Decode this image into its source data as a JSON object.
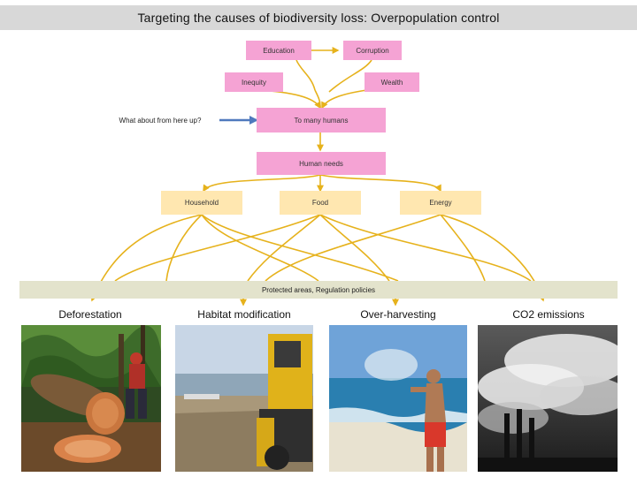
{
  "title": "Targeting the causes of biodiversity loss: Overpopulation control",
  "nodes": {
    "education": "Education",
    "corruption": "Corruption",
    "inequity": "Inequity",
    "wealth": "Wealth",
    "too_many_humans": "To many humans",
    "human_needs": "Human needs",
    "household": "Household",
    "food": "Food",
    "energy": "Energy"
  },
  "callout": "What about from here up?",
  "band": "Protected areas, Regulation policies",
  "categories": [
    {
      "label": "Deforestation"
    },
    {
      "label": "Habitat modification"
    },
    {
      "label": "Over-harvesting"
    },
    {
      "label": "CO2 emissions"
    }
  ],
  "colors": {
    "pink": "#f5a3d4",
    "yellow_box": "#ffe7b0",
    "arrow_gold": "#e6b21c",
    "callout_arrow": "#4f79bd",
    "band": "#e3e3cc"
  }
}
